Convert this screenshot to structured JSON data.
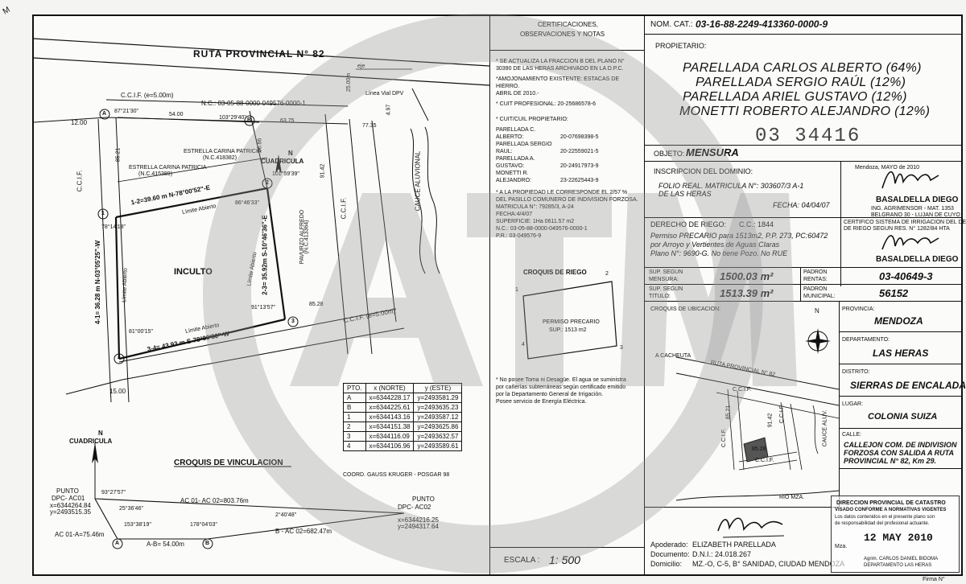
{
  "corner_mark": "M",
  "plan": {
    "road_title": "RUTA PROVINCIAL N° 82",
    "ccif_top": "C.C.I.F. (e=5.00m)",
    "nc_top": "N.C.: 03-05-88-0000-049576-0000-1",
    "eje": "eje",
    "linea_vial": "Línea Vial DPV",
    "dim_2500": "25.00m",
    "dim_1200": "12.00",
    "dim_7735": "77.35",
    "dim_497": "4.97",
    "dim_5400": "54.00",
    "dim_6375": "63.75",
    "ang_a": "87°21'30\"",
    "ang_b": "103°29'40\"",
    "dim_8521": "85.21",
    "dim_3666": "36.66",
    "dim_9142": "91.42",
    "estrella1": "ESTRELLA CARINA PATRICIA",
    "estrella1_nc": "(N.C.418382)",
    "estrella2": "ESTRELLA CARINA PATRICIA",
    "estrella2_nc": "(N.C.415389)",
    "north_label": "N",
    "north_sub": "CUADRICULA",
    "ang_2": "101°59'39\"",
    "side_12": "1-2=39.60 m N-78°00'52\"-E",
    "limite1": "Límite Abierto",
    "ang_86": "86°46'33\"",
    "inculto": "INCULTO",
    "side_23": "2-3= 35.92m S-10°46'36\"-E",
    "side_41": "4-1= 36.28 m N-03°05'25\"-W",
    "pavurzo": "PAVURZO ALFREDO",
    "pavurzo_nc": "(N.C.413364)",
    "ang_91": "91°13'57\"",
    "dim_8528": "85.28",
    "ccif_bottom": "C.C.I.F. (e=5.00m)",
    "ang_8_75": "81°00'15\"",
    "side_34": "3-4= 43.93 m S-78°00'30\"-W",
    "limite3": "Límite Abierto",
    "limite4": "Límite Abierto",
    "limite2": "Límite Abierto",
    "ccif_left": "C.C.I.F.",
    "ccif_right": "C.C.I.F.",
    "cauce": "CAUCE ALUVIONAL",
    "dim_1500": "15.00",
    "pts": [
      "1",
      "2",
      "3",
      "4"
    ],
    "ptA": "A",
    "ptB": "B",
    "ang_78": "78°14'18\""
  },
  "coords": {
    "headers": [
      "PTO.",
      "x (NORTE)",
      "y (ESTE)"
    ],
    "rows": [
      [
        "A",
        "x=6344228.17",
        "y=2493581.29"
      ],
      [
        "B",
        "x=6344225.61",
        "y=2493635.23"
      ],
      [
        "1",
        "x=6344143.16",
        "y=2493587.12"
      ],
      [
        "2",
        "x=6344151.38",
        "y=2493625.86"
      ],
      [
        "3",
        "x=6344116.09",
        "y=2493632.57"
      ],
      [
        "4",
        "x=6344106.96",
        "y=2493589.61"
      ]
    ],
    "note": "COORD. GAUSS KRUGER - POSGAR 98"
  },
  "vinculacion": {
    "title": "CROQUIS DE VINCULACION",
    "north": "N",
    "north_sub": "CUADRICULA",
    "punto1": "PUNTO",
    "punto1_name": "DPC- AC01",
    "punto1_x": "x=6344264.84",
    "punto1_y": "y=2493515.35",
    "ang1": "93°27'57\"",
    "ang2": "25°36'46\"",
    "ang3": "153°38'19\"",
    "ang4": "178°04'03\"",
    "ang5": "2°40'48\"",
    "ac01_ac02": "AC 01- AC 02=803.76m",
    "ac01_a": "AC 01-A=75.46m",
    "a_b": "A-B= 54.00m",
    "b_ac02": "B - AC 02=682.47m",
    "punto2": "PUNTO",
    "punto2_name": "DPC- AC02",
    "punto2_x": "x=6344216.25",
    "punto2_y": "y=2494317.64",
    "ptA": "A",
    "ptB": "B"
  },
  "certs": {
    "title1": "CERTIFICACIONES,",
    "title2": "OBSERVACIONES Y NOTAS",
    "notes": [
      "* SE ACTUALIZA LA FRACCION B DEL PLANO N°",
      "30390 DE LAS HERAS ARCHIVADO EN LA D.P.C.",
      "*AMOJONAMIENTO EXISTENTE: ESTACAS DE HIERRO.",
      "ABRIL DE 2010.-",
      "* CUIT PROFESIONAL: 20-25686578-6"
    ],
    "cuil_title": "* CUIT/CUIL PROPIETARIO:",
    "cuil": [
      [
        "PARELLADA C. ALBERTO:",
        "20-07698398-5"
      ],
      [
        "PARELLADA SERGIO RAUL:",
        "20-22559021-5"
      ],
      [
        "PARELLADA A. GUSTAVO:",
        "20-24917973-9"
      ],
      [
        "MONETTI R. ALEJANDRO:",
        "23-22625443-9"
      ]
    ],
    "prop_notes": [
      "* A LA PROPIEDAD LE CORRESPONDE EL 2/57 %",
      "DEL PASILLO COMUNERO DE INDIVISION FORZOSA.",
      "MATRICULA N°: 79285/3, A-24",
      "FECHA:4/4/07",
      "SUPERFICIE: 1Ha 0611.57 m2",
      "N.C.: 03-05-88-0000-049576-0000-1",
      "P.R.: 03-049576-9"
    ],
    "riego_title": "CROQUIS DE RIEGO",
    "riego_pts": [
      "1",
      "2",
      "3",
      "4"
    ],
    "riego_inner1": "PERMISO PRECARIO",
    "riego_inner2": "SUP.: 1513 m2",
    "agua_notes": [
      "* No posee Toma ni Desagüe. El agua se suministra",
      "por cañerías subterráneas según certificado emitido",
      "por la Departamento General de Irrigación.",
      "Posee servicio de Energía Eléctrica."
    ],
    "escala_label": "ESCALA :",
    "escala_value": "1: 500"
  },
  "right": {
    "nomcat_label": "NOM. CAT.:",
    "nomcat_value": "03-16-88-2249-413360-0000-9",
    "propietario_label": "PROPIETARIO:",
    "owners": [
      "PARELLADA CARLOS ALBERTO (64%)",
      "PARELLADA SERGIO RAÚL (12%)",
      "PARELLADA ARIEL GUSTAVO (12%)",
      "MONETTI ROBERTO ALEJANDRO (12%)"
    ],
    "stamp_number": "03 34416",
    "objeto_label": "OBJETO:",
    "objeto_value": "MENSURA",
    "inscripcion_label": "INSCRIPCION DEL DOMINIO:",
    "inscripcion_1": "FOLIO REAL. MATRICULA N°: 303607/3 A-1",
    "inscripcion_2": "DE LAS HERAS",
    "fecha": "FECHA: 04/04/07",
    "mendoza_date": "Mendoza,      MAYO de 2010",
    "prof_name": "BASALDELLA DIEGO",
    "prof_line1": "ING. AGRIMENSOR - MAT. 1353",
    "prof_line2": "BELGRANO 30 - LUJAN DE CUYO",
    "riego_label": "DERECHO DE RIEGO:",
    "riego_cc": "C.C.: 1844",
    "riego_lines": [
      "Permiso PRECARIO para 1513m2, P.P. 273, PC:60472",
      "por Arroyo y Vertientes de Aguas Claras",
      "Plano N°: 9690-G. No tiene Pozo. No RUE"
    ],
    "cert_sistema1": "CERTIFICO SISTEMA DE IRRIGACION DEL DERECHO",
    "cert_sistema2": "DE RIEGO SEGUN RES. N° 1282/84 HTA",
    "prof_name2": "BASALDELLA DIEGO",
    "sup_mensura_label": "SUP. SEGUN MENSURA:",
    "sup_mensura_value": "1500.03 m²",
    "sup_titulo_label": "SUP. SEGUN TITULO:",
    "sup_titulo_value": "1513.39 m²",
    "padron_rentas_label": "PADRON RENTAS:",
    "padron_rentas_value": "03-40649-3",
    "padron_mun_label": "PADRON MUNICIPAL:",
    "padron_mun_value": "56152",
    "ubicacion_label": "CROQUIS DE UBICACION:",
    "ubic_n": "N",
    "ubic_cacheuta": "A CACHEUTA",
    "ubic_ruta": "RUTA PROVINCIAL N° 82",
    "ubic_ccif": "C.C.I.F.",
    "ubic_8521": "85.21",
    "ubic_9142": "91.42",
    "ubic_8528": "85.28",
    "ubic_ccif2": "C.C.I.F.",
    "ubic_ccif3": "C.C.I.F.",
    "ubic_ccif4": "C.C.I.F.",
    "ubic_cauce": "CAUCE ALUV.",
    "ubic_rio": "RIO MZA.",
    "provincia_label": "PROVINCIA:",
    "provincia_value": "MENDOZA",
    "depto_label": "DEPARTAMENTO:",
    "depto_value": "LAS HERAS",
    "distrito_label": "DISTRITO:",
    "distrito_value": "SIERRAS DE ENCALADA",
    "lugar_label": "LUGAR:",
    "lugar_value": "COLONIA SUIZA",
    "calle_label": "CALLE:",
    "calle_lines": [
      "CALLEJON COM. DE INDIVISION",
      "FORZOSA CON SALIDA A RUTA",
      "PROVINCIAL N° 82, Km 29."
    ],
    "apoderado_label": "Apoderado:",
    "apoderado_value": "ELIZABETH PARELLADA",
    "documento_label": "Documento:",
    "documento_value": "D.N.I.: 24.018.267",
    "domicilio_label": "Domicilio:",
    "domicilio_value": "MZ.-O, C-5, B° SANIDAD, CIUDAD MENDOZA",
    "dpc_lines": [
      "DIRECCION PROVINCIAL DE CATASTRO",
      "VISADO CONFORME A NORMATIVAS VIGENTES",
      "Los datos contenidos en el presente plano son",
      "de responsabilidad del profesional actuante."
    ],
    "dpc_date": "12 MAY 2010",
    "dpc_mza": "Mza.",
    "dpc_sign": "Agrim. CARLOS DANIEL BIDOMA",
    "dpc_sign2": "DEPARTAMENTO LAS HERAS",
    "firma": "Firma N°"
  }
}
